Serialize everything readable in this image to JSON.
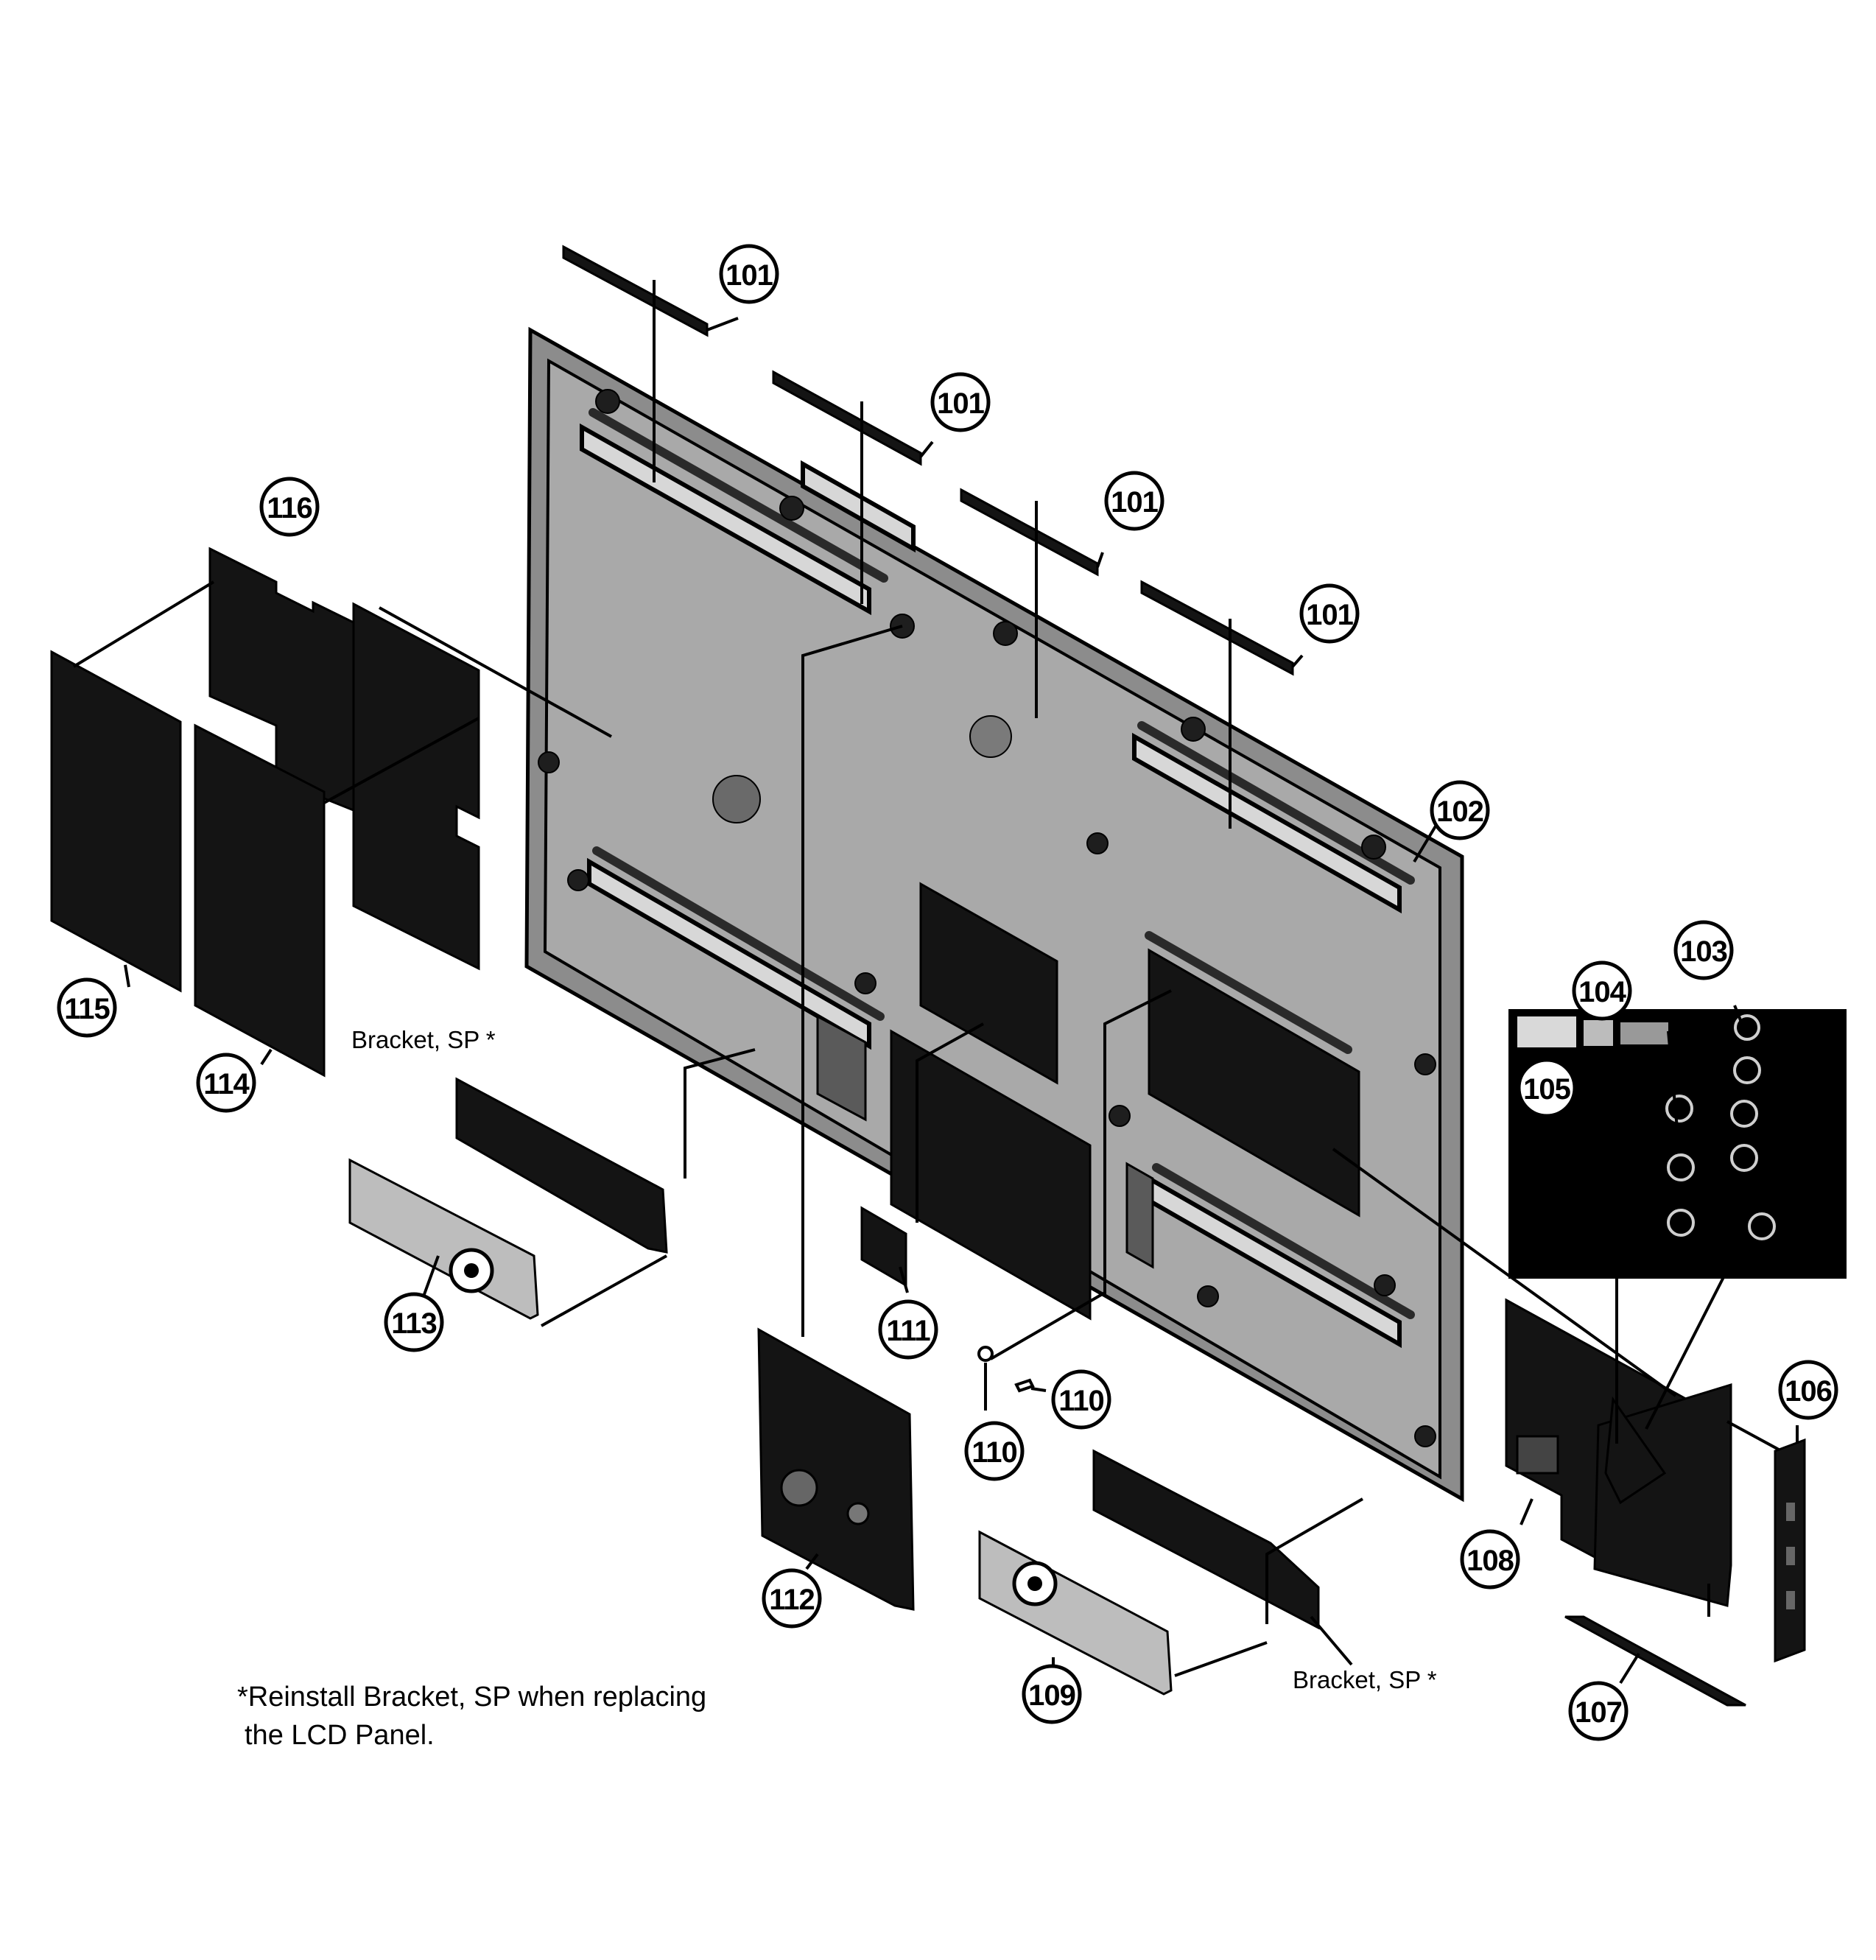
{
  "callouts": [
    {
      "id": "101",
      "label": "101"
    },
    {
      "id": "101",
      "label": "101"
    },
    {
      "id": "101",
      "label": "101"
    },
    {
      "id": "101",
      "label": "101"
    },
    {
      "id": "102",
      "label": "102"
    },
    {
      "id": "103",
      "label": "103"
    },
    {
      "id": "104",
      "label": "104"
    },
    {
      "id": "105",
      "label": "105"
    },
    {
      "id": "106",
      "label": "106"
    },
    {
      "id": "107",
      "label": "107"
    },
    {
      "id": "108",
      "label": "108"
    },
    {
      "id": "109",
      "label": "109"
    },
    {
      "id": "110",
      "label": "110"
    },
    {
      "id": "110",
      "label": "110"
    },
    {
      "id": "111",
      "label": "111"
    },
    {
      "id": "112",
      "label": "112"
    },
    {
      "id": "113",
      "label": "113"
    },
    {
      "id": "114",
      "label": "114"
    },
    {
      "id": "115",
      "label": "115"
    },
    {
      "id": "116",
      "label": "116"
    }
  ],
  "labels": {
    "bracket_left": "Bracket, SP *",
    "bracket_right": "Bracket, SP *"
  },
  "note": {
    "line1": "*Reinstall Bracket, SP when replacing",
    "line2": "the LCD Panel."
  }
}
